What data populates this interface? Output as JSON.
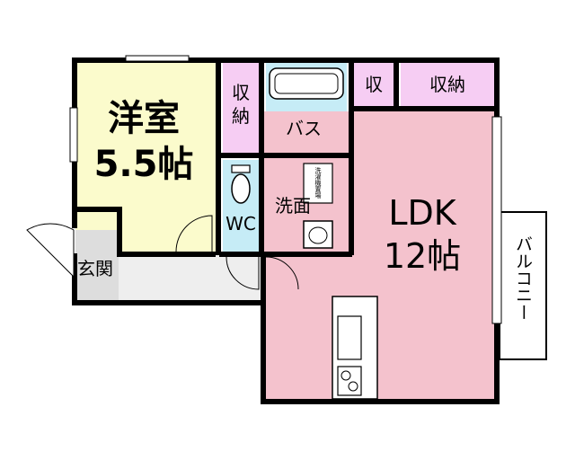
{
  "colors": {
    "wall": "#000000",
    "western_room": "#fbfbcc",
    "storage": "#f6cdf3",
    "bath": "#c6ecf6",
    "washroom": "#c6ecf6",
    "wc": "#c6ecf6",
    "ldk": "#f4c2cd",
    "entrance": "#dddddd",
    "hall": "#eeeeee",
    "balcony": "#ffffff"
  },
  "rooms": {
    "western": {
      "name": "洋室",
      "size": "5.5帖"
    },
    "storage_western": {
      "name_line1": "収",
      "name_line2": "納"
    },
    "bath": {
      "name": "バス"
    },
    "storage_small": {
      "name": "収"
    },
    "storage_large": {
      "name": "収納"
    },
    "wc": {
      "name": "WC"
    },
    "washroom": {
      "name": "洗面"
    },
    "ldk": {
      "name": "LDK",
      "size": "12帖"
    },
    "entrance": {
      "name": "玄関"
    },
    "balcony": {
      "name": "バルコニー"
    }
  },
  "fixtures": {
    "washer_label": "洗濯機置場"
  }
}
